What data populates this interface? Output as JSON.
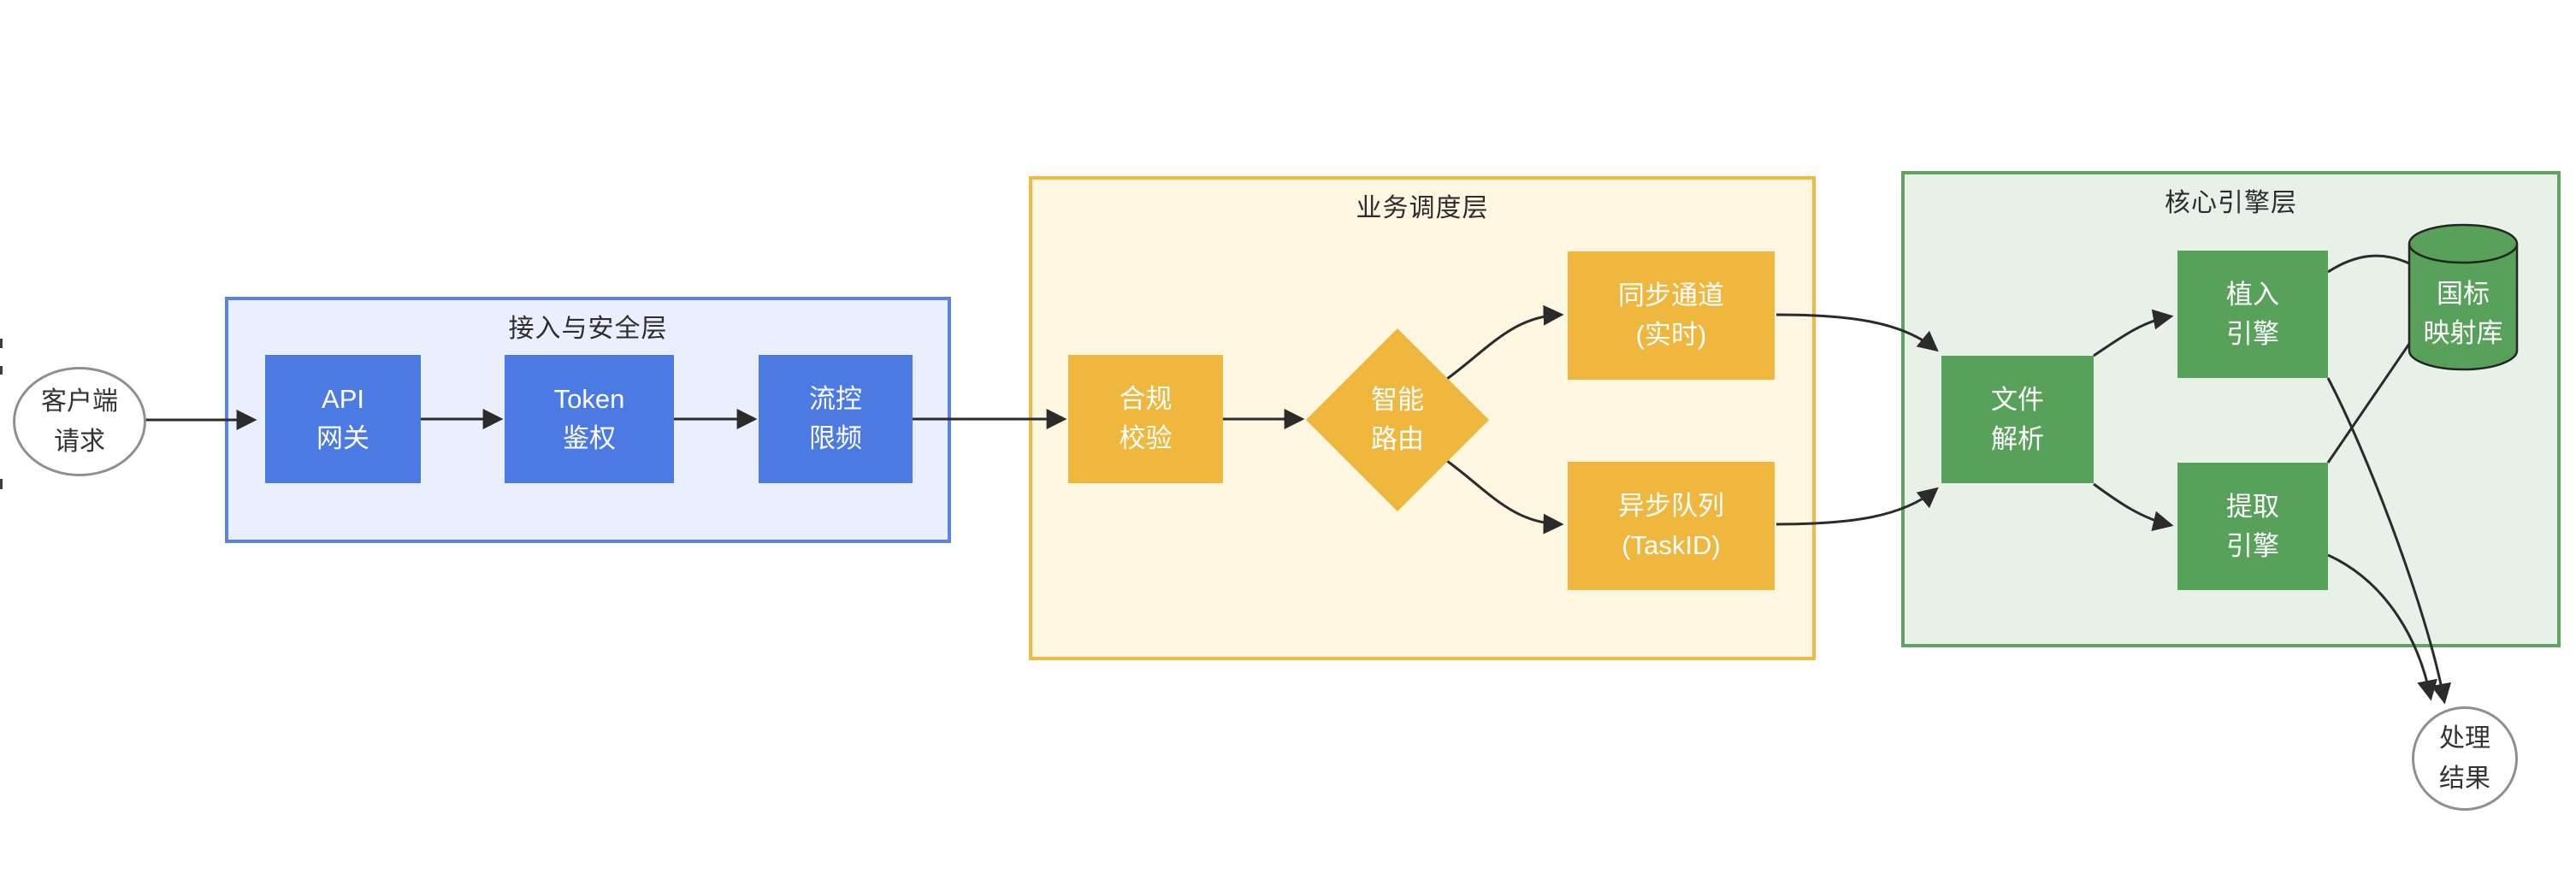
{
  "diagram": {
    "type": "flowchart-architecture",
    "containers": {
      "security": {
        "title": "接入与安全层"
      },
      "scheduling": {
        "title": "业务调度层"
      },
      "engine": {
        "title": "核心引擎层"
      }
    },
    "nodes": {
      "client": {
        "line1": "客户端",
        "line2": "请求"
      },
      "api_gateway": {
        "line1": "API",
        "line2": "网关"
      },
      "token_auth": {
        "line1": "Token",
        "line2": "鉴权"
      },
      "rate_limit": {
        "line1": "流控",
        "line2": "限频"
      },
      "compliance": {
        "line1": "合规",
        "line2": "校验"
      },
      "smart_router": {
        "line1": "智能",
        "line2": "路由"
      },
      "sync_channel": {
        "line1": "同步通道",
        "line2": "(实时)"
      },
      "async_queue": {
        "line1": "异步队列",
        "line2": "(TaskID)"
      },
      "file_parse": {
        "line1": "文件",
        "line2": "解析"
      },
      "embed_engine": {
        "line1": "植入",
        "line2": "引擎"
      },
      "extract_engine": {
        "line1": "提取",
        "line2": "引擎"
      },
      "gb_mapping_db": {
        "line1": "国标",
        "line2": "映射库"
      },
      "result": {
        "line1": "处理",
        "line2": "结果"
      }
    },
    "edges": [
      {
        "from": "client",
        "to": "api_gateway",
        "arrow": true
      },
      {
        "from": "api_gateway",
        "to": "token_auth",
        "arrow": true
      },
      {
        "from": "token_auth",
        "to": "rate_limit",
        "arrow": true
      },
      {
        "from": "rate_limit",
        "to": "compliance",
        "arrow": true
      },
      {
        "from": "compliance",
        "to": "smart_router",
        "arrow": true
      },
      {
        "from": "smart_router",
        "to": "sync_channel",
        "arrow": true
      },
      {
        "from": "smart_router",
        "to": "async_queue",
        "arrow": true
      },
      {
        "from": "sync_channel",
        "to": "file_parse",
        "arrow": true
      },
      {
        "from": "async_queue",
        "to": "file_parse",
        "arrow": true
      },
      {
        "from": "file_parse",
        "to": "embed_engine",
        "arrow": true
      },
      {
        "from": "file_parse",
        "to": "extract_engine",
        "arrow": true
      },
      {
        "from": "embed_engine",
        "to": "gb_mapping_db",
        "arrow": false
      },
      {
        "from": "extract_engine",
        "to": "gb_mapping_db",
        "arrow": false
      },
      {
        "from": "embed_engine",
        "to": "result",
        "arrow": true
      },
      {
        "from": "extract_engine",
        "to": "result",
        "arrow": true
      }
    ],
    "colors": {
      "node_blue": "#4a7ae2",
      "node_yellow": "#efb73d",
      "node_green": "#57a15b",
      "container_blue_fill": "#e9effc",
      "container_blue_border": "#5b82e8",
      "container_yellow_fill": "#fdf6e0",
      "container_yellow_border": "#f0b942",
      "container_green_fill": "#e7f1e7",
      "container_green_border": "#5fa463",
      "edge_stroke": "#2b2b2b",
      "ellipse_stroke": "#8f8f8f",
      "node_text": "#ffffff",
      "title_text": "#2d2d2d"
    }
  }
}
